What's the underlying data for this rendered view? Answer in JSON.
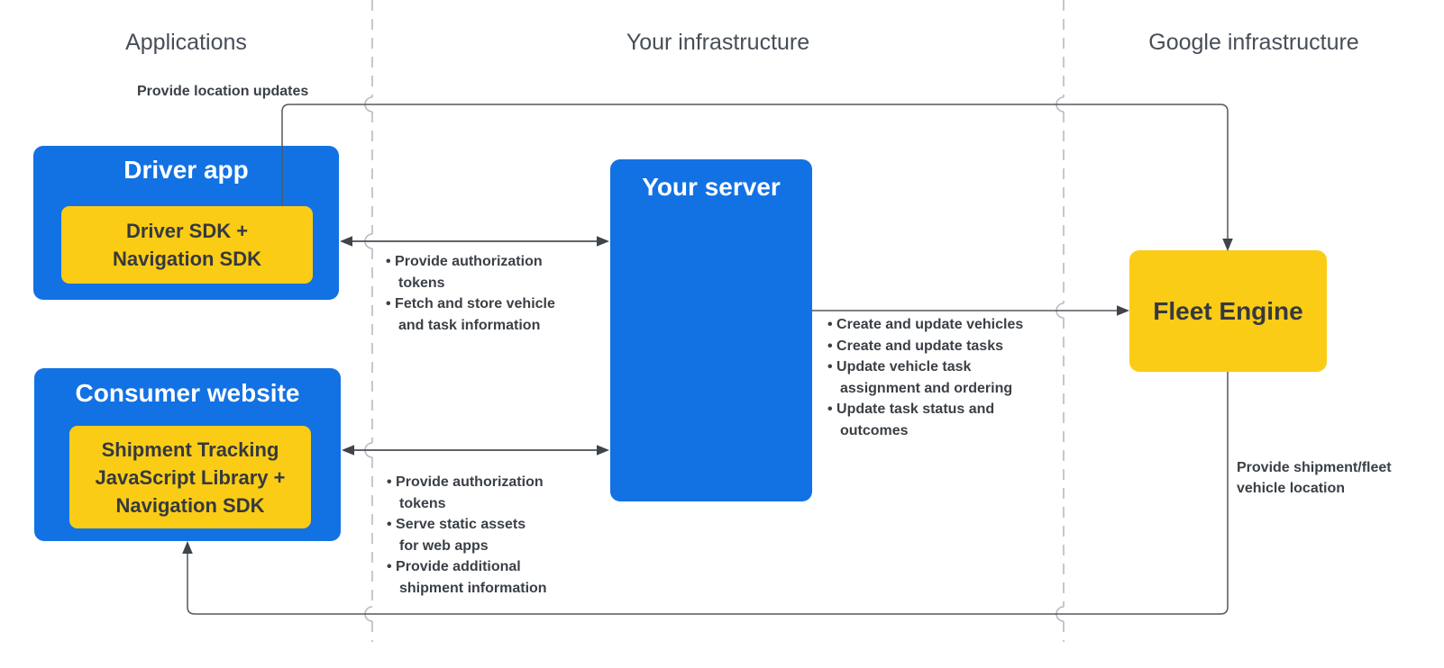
{
  "headers": [
    {
      "label": "Applications"
    },
    {
      "label": "Your infrastructure"
    },
    {
      "label": "Google infrastructure"
    }
  ],
  "nodes": {
    "driver_app": {
      "title": "Driver app",
      "sdk": "Driver SDK +\nNavigation SDK"
    },
    "consumer_website": {
      "title": "Consumer website",
      "sdk": "Shipment Tracking\nJavaScript Library +\nNavigation SDK"
    },
    "your_server": {
      "title": "Your server"
    },
    "fleet_engine": {
      "title": "Fleet Engine"
    }
  },
  "edges": {
    "driver_to_fleet_label": "Provide location updates",
    "fleet_to_consumer_label": "Provide shipment/fleet\nvehicle location",
    "driver_server_bullets": [
      "Provide authorization\ntokens",
      "Fetch and store vehicle\nand task information"
    ],
    "server_fleet_bullets": [
      "Create and update vehicles",
      "Create and update tasks",
      "Update vehicle task\nassignment and ordering",
      "Update task status and\noutcomes"
    ],
    "consumer_server_bullets": [
      "Provide authorization\ntokens",
      "Serve static assets\nfor web apps",
      "Provide additional\nshipment information"
    ]
  },
  "colors": {
    "node_blue": "#1272E4",
    "node_yellow": "#FBCC15",
    "node_text_dark": "#35393F",
    "annotation_text": "#3B4046",
    "connector": "#4A4E55",
    "dashed_divider": "#B7BAC0"
  }
}
